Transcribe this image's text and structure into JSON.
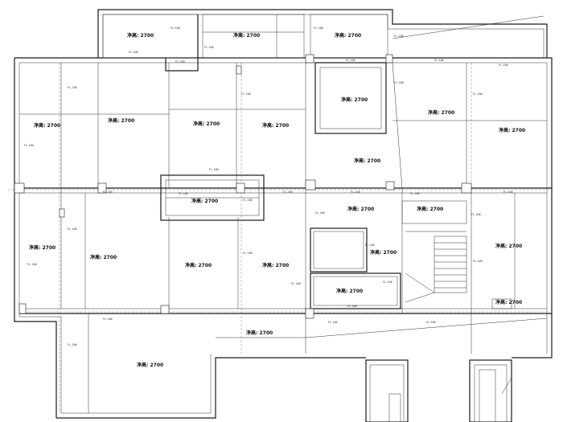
{
  "room_label": "净高: ###",
  "rooms": [
    {
      "label": "净高: 2700"
    },
    {
      "label": "净高: 2700"
    },
    {
      "label": "净高: 2700"
    },
    {
      "label": "净高: 2700"
    },
    {
      "label": "净高: 2700"
    },
    {
      "label": "净高: 2700"
    },
    {
      "label": "净高: 2700"
    },
    {
      "label": "净高: 2700"
    },
    {
      "label": "净高: 2700"
    },
    {
      "label": "净高: 2700"
    },
    {
      "label": "净高: 2700"
    },
    {
      "label": "净高: 2700"
    },
    {
      "label": "净高: 2700"
    },
    {
      "label": "净高: 2700"
    },
    {
      "label": "净高: 2700"
    },
    {
      "label": "净高: 2700"
    },
    {
      "label": "净高: 2700"
    },
    {
      "label": "净高: 2700"
    },
    {
      "label": "净高: 2700"
    },
    {
      "label": "净高: 2700"
    },
    {
      "label": "净高: 2700"
    },
    {
      "label": "净高: 2700"
    },
    {
      "label": "净高: 2700"
    },
    {
      "label": "净高: 2700"
    }
  ],
  "dims": [
    {
      "label": "FL-100"
    },
    {
      "label": "FL-100"
    },
    {
      "label": "FL-100"
    },
    {
      "label": "FL-100"
    },
    {
      "label": "FL-100"
    },
    {
      "label": "FL-100"
    },
    {
      "label": "FL-100"
    },
    {
      "label": "FL-100"
    },
    {
      "label": "FL-100"
    },
    {
      "label": "FL-100"
    },
    {
      "label": "FL-100"
    },
    {
      "label": "FL-100"
    },
    {
      "label": "FL-100"
    },
    {
      "label": "FL-100"
    },
    {
      "label": "FL-100"
    },
    {
      "label": "FL-100"
    },
    {
      "label": "FL-100"
    },
    {
      "label": "FL-100"
    },
    {
      "label": "FL-100"
    },
    {
      "label": "FL-100"
    },
    {
      "label": "FL-100"
    },
    {
      "label": "FL-100"
    },
    {
      "label": "FL-100"
    },
    {
      "label": "FL-100"
    },
    {
      "label": "FL-100"
    },
    {
      "label": "FL-100"
    },
    {
      "label": "FL-100"
    },
    {
      "label": "FL-100"
    },
    {
      "label": "FL-100"
    },
    {
      "label": "FL-100"
    },
    {
      "label": "FL-100"
    },
    {
      "label": "FL-100"
    },
    {
      "label": "FL-100"
    },
    {
      "label": "FL-100"
    },
    {
      "label": "FL-100"
    },
    {
      "label": "FL-100"
    }
  ]
}
